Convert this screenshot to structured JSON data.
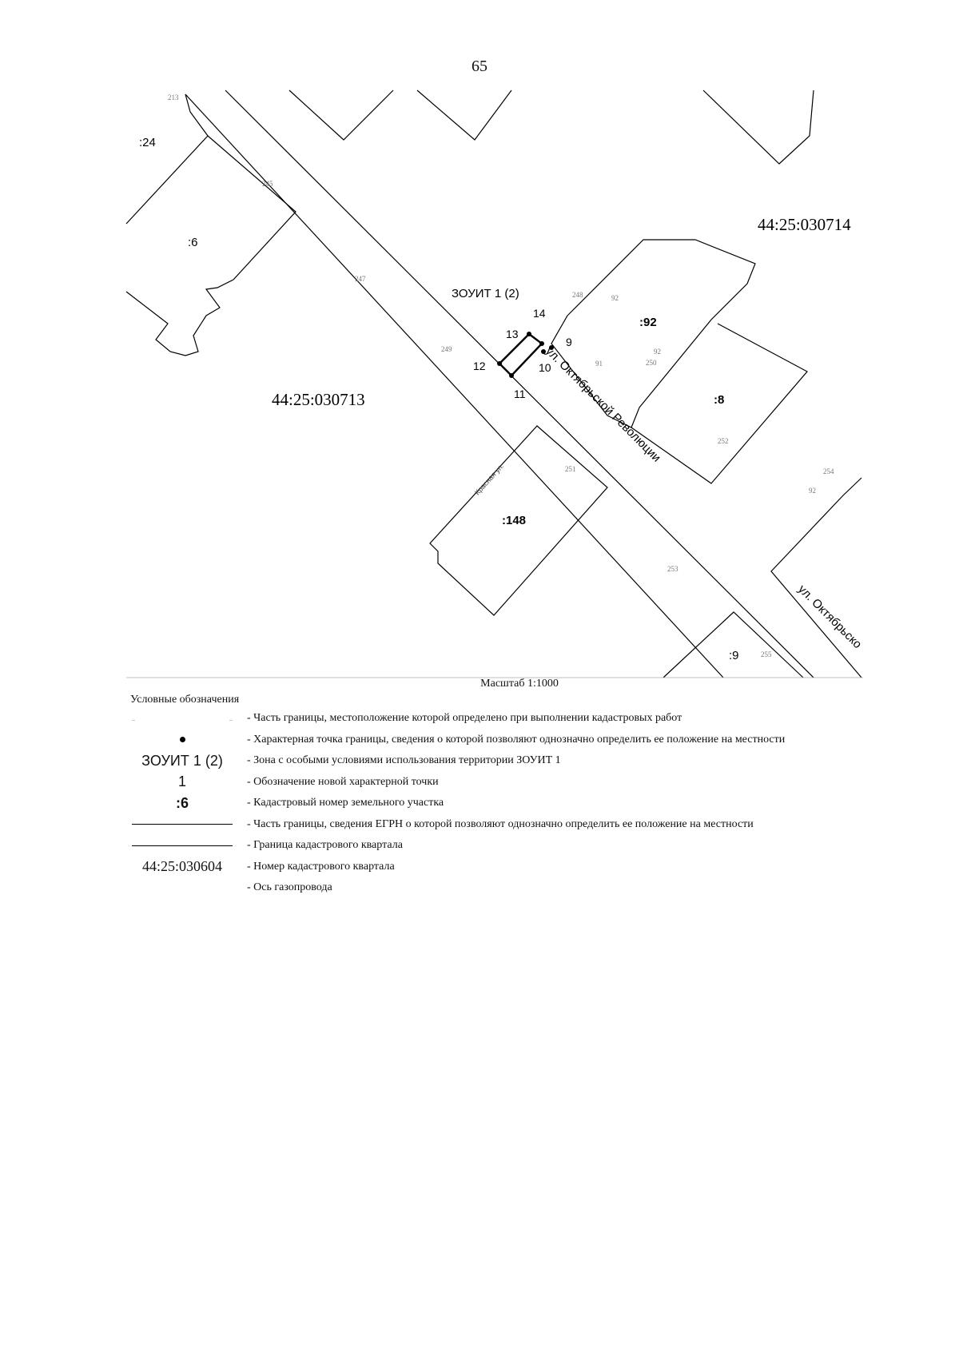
{
  "page": {
    "number": "65"
  },
  "map": {
    "quarters": [
      "44:25:030714",
      "44:25:030713"
    ],
    "zone_label": "ЗОУИТ 1 (2)",
    "parcels": [
      ":24",
      ":6",
      ":92",
      ":8",
      ":148",
      ":9"
    ],
    "points": [
      "14",
      "13",
      "9",
      "12",
      "10",
      "11"
    ],
    "streets": [
      "ул. Октябрьской Революции",
      "ул. Октябрьско",
      "Красная ул."
    ],
    "small_labels": [
      "213",
      "245",
      "247",
      "248",
      "92",
      "249",
      "92",
      "250",
      "91",
      "252",
      "254",
      "251",
      "253",
      "255",
      "92"
    ],
    "scale": "Масштаб 1:1000"
  },
  "legend": {
    "title": "Условные обозначения",
    "items": [
      {
        "symbol": "",
        "text": "- Часть границы, местоположение которой определено при выполнении кадастровых работ"
      },
      {
        "symbol": "",
        "text": "- Характерная точка границы, сведения о которой позволяют однозначно определить ее положение на местности"
      },
      {
        "symbol": "ЗОУИТ 1 (2)",
        "text": "- Зона с особыми условиями использования территории ЗОУИТ 1"
      },
      {
        "symbol": "1",
        "text": "- Обозначение новой характерной точки"
      },
      {
        "symbol": ":6",
        "text": "- Кадастровый номер земельного участка"
      },
      {
        "symbol": "",
        "text": "- Часть границы, сведения ЕГРН о которой позволяют однозначно определить ее положение на местности"
      },
      {
        "symbol": "",
        "text": "- Граница кадастрового квартала"
      },
      {
        "symbol": "44:25:030604",
        "text": "- Номер кадастрового квартала"
      },
      {
        "symbol": "",
        "text": "- Ось газопровода"
      }
    ]
  }
}
